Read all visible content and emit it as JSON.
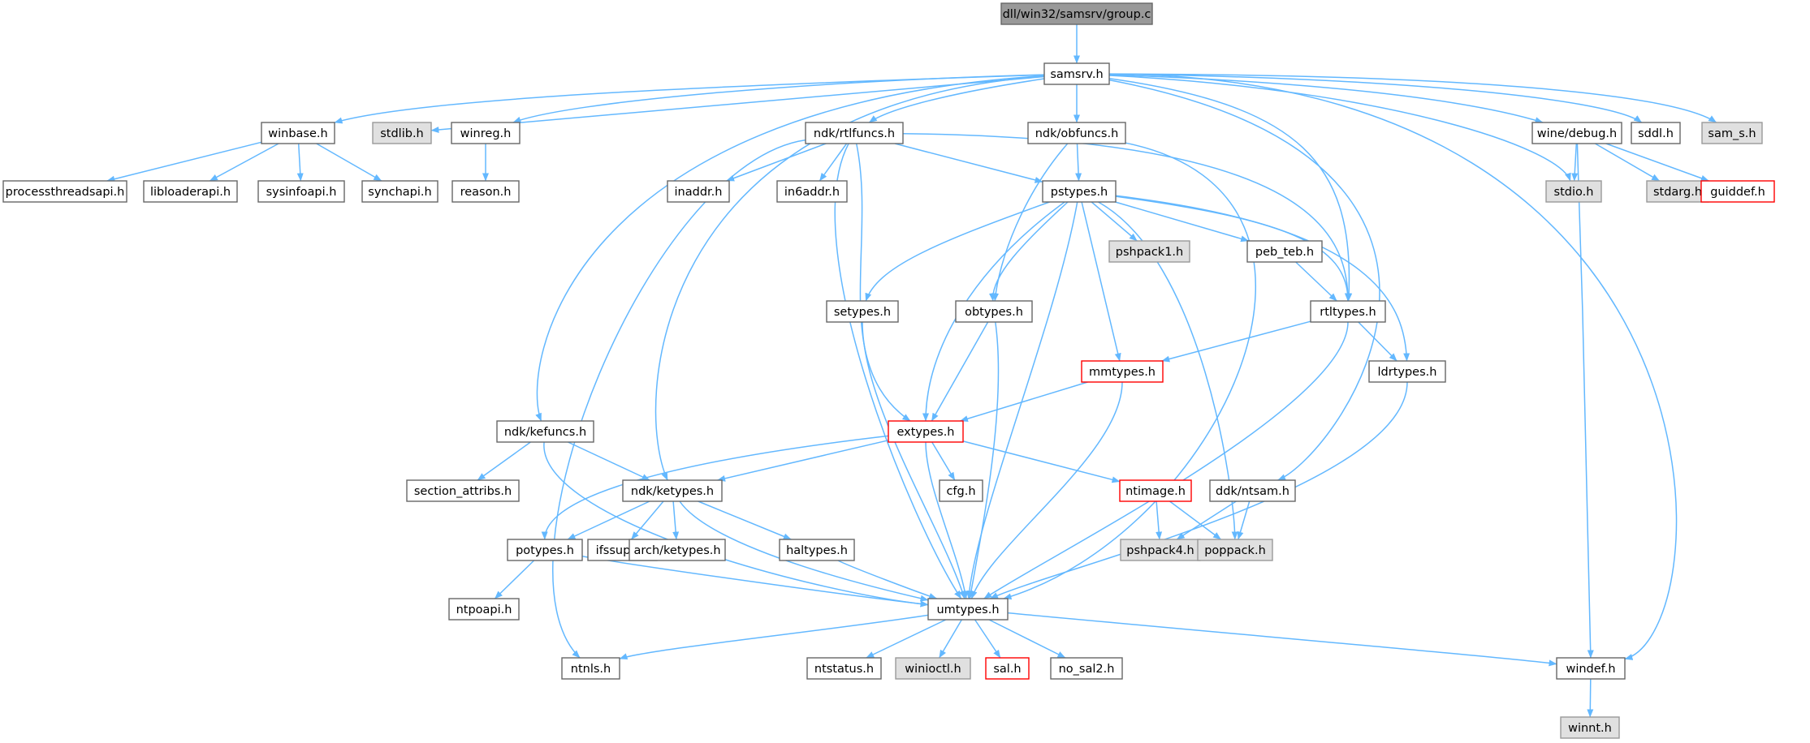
{
  "graph": {
    "colors": {
      "edge": "#63b8ff",
      "root_fill": "#999999",
      "root_border": "#666666",
      "default_fill": "#ffffff",
      "default_border": "#666666",
      "system_fill": "#e0e0e0",
      "system_border": "#999999",
      "incomplete_border": "#ff0000"
    },
    "nodes": [
      {
        "id": "group_c",
        "label": "dll/win32/samsrv/group.c",
        "style": "root"
      },
      {
        "id": "samsrv_h",
        "label": "samsrv.h",
        "style": "default"
      },
      {
        "id": "winbase_h",
        "label": "winbase.h",
        "style": "default"
      },
      {
        "id": "stdlib_h",
        "label": "stdlib.h",
        "style": "system"
      },
      {
        "id": "winreg_h",
        "label": "winreg.h",
        "style": "default"
      },
      {
        "id": "ndk_rtlfuncs_h",
        "label": "ndk/rtlfuncs.h",
        "style": "default"
      },
      {
        "id": "ndk_obfuncs_h",
        "label": "ndk/obfuncs.h",
        "style": "default"
      },
      {
        "id": "wine_debug_h",
        "label": "wine/debug.h",
        "style": "default"
      },
      {
        "id": "sddl_h",
        "label": "sddl.h",
        "style": "default"
      },
      {
        "id": "sam_s_h",
        "label": "sam_s.h",
        "style": "system"
      },
      {
        "id": "processthreadsapi_h",
        "label": "processthreadsapi.h",
        "style": "default"
      },
      {
        "id": "libloaderapi_h",
        "label": "libloaderapi.h",
        "style": "default"
      },
      {
        "id": "sysinfoapi_h",
        "label": "sysinfoapi.h",
        "style": "default"
      },
      {
        "id": "synchapi_h",
        "label": "synchapi.h",
        "style": "default"
      },
      {
        "id": "reason_h",
        "label": "reason.h",
        "style": "default"
      },
      {
        "id": "inaddr_h",
        "label": "inaddr.h",
        "style": "default"
      },
      {
        "id": "in6addr_h",
        "label": "in6addr.h",
        "style": "default"
      },
      {
        "id": "pstypes_h",
        "label": "pstypes.h",
        "style": "default"
      },
      {
        "id": "stdio_h",
        "label": "stdio.h",
        "style": "system"
      },
      {
        "id": "stdarg_h",
        "label": "stdarg.h",
        "style": "system"
      },
      {
        "id": "guiddef_h",
        "label": "guiddef.h",
        "style": "incomplete"
      },
      {
        "id": "pshpack1_h",
        "label": "pshpack1.h",
        "style": "system"
      },
      {
        "id": "peb_teb_h",
        "label": "peb_teb.h",
        "style": "default"
      },
      {
        "id": "setypes_h",
        "label": "setypes.h",
        "style": "default"
      },
      {
        "id": "obtypes_h",
        "label": "obtypes.h",
        "style": "default"
      },
      {
        "id": "rtltypes_h",
        "label": "rtltypes.h",
        "style": "default"
      },
      {
        "id": "mmtypes_h",
        "label": "mmtypes.h",
        "style": "incomplete"
      },
      {
        "id": "ldrtypes_h",
        "label": "ldrtypes.h",
        "style": "default"
      },
      {
        "id": "ndk_kefuncs_h",
        "label": "ndk/kefuncs.h",
        "style": "default"
      },
      {
        "id": "extypes_h",
        "label": "extypes.h",
        "style": "incomplete"
      },
      {
        "id": "section_attribs_h",
        "label": "section_attribs.h",
        "style": "default"
      },
      {
        "id": "ndk_ketypes_h",
        "label": "ndk/ketypes.h",
        "style": "default"
      },
      {
        "id": "cfg_h",
        "label": "cfg.h",
        "style": "default"
      },
      {
        "id": "ntimage_h",
        "label": "ntimage.h",
        "style": "incomplete"
      },
      {
        "id": "ddk_ntsam_h",
        "label": "ddk/ntsam.h",
        "style": "default"
      },
      {
        "id": "potypes_h",
        "label": "potypes.h",
        "style": "default"
      },
      {
        "id": "ifssupp_h",
        "label": "ifssupp.h",
        "style": "default"
      },
      {
        "id": "arch_ketypes_h",
        "label": "arch/ketypes.h",
        "style": "default"
      },
      {
        "id": "haltypes_h",
        "label": "haltypes.h",
        "style": "default"
      },
      {
        "id": "pshpack4_h",
        "label": "pshpack4.h",
        "style": "system"
      },
      {
        "id": "poppack_h",
        "label": "poppack.h",
        "style": "system"
      },
      {
        "id": "ntpoapi_h",
        "label": "ntpoapi.h",
        "style": "default"
      },
      {
        "id": "umtypes_h",
        "label": "umtypes.h",
        "style": "default"
      },
      {
        "id": "ntnls_h",
        "label": "ntnls.h",
        "style": "default"
      },
      {
        "id": "ntstatus_h",
        "label": "ntstatus.h",
        "style": "default"
      },
      {
        "id": "winioctl_h",
        "label": "winioctl.h",
        "style": "system"
      },
      {
        "id": "sal_h",
        "label": "sal.h",
        "style": "incomplete"
      },
      {
        "id": "no_sal2_h",
        "label": "no_sal2.h",
        "style": "default"
      },
      {
        "id": "windef_h",
        "label": "windef.h",
        "style": "default"
      },
      {
        "id": "winnt_h",
        "label": "winnt.h",
        "style": "system"
      }
    ],
    "edges": [
      [
        "group_c",
        "samsrv_h"
      ],
      [
        "samsrv_h",
        "winbase_h"
      ],
      [
        "samsrv_h",
        "stdlib_h"
      ],
      [
        "samsrv_h",
        "winreg_h"
      ],
      [
        "samsrv_h",
        "ndk_rtlfuncs_h"
      ],
      [
        "samsrv_h",
        "ndk_obfuncs_h"
      ],
      [
        "samsrv_h",
        "wine_debug_h"
      ],
      [
        "samsrv_h",
        "sddl_h"
      ],
      [
        "samsrv_h",
        "sam_s_h"
      ],
      [
        "samsrv_h",
        "stdio_h"
      ],
      [
        "samsrv_h",
        "windef_h"
      ],
      [
        "samsrv_h",
        "ndk_kefuncs_h"
      ],
      [
        "samsrv_h",
        "ndk_ketypes_h"
      ],
      [
        "samsrv_h",
        "ddk_ntsam_h"
      ],
      [
        "samsrv_h",
        "rtltypes_h"
      ],
      [
        "winbase_h",
        "processthreadsapi_h"
      ],
      [
        "winbase_h",
        "libloaderapi_h"
      ],
      [
        "winbase_h",
        "sysinfoapi_h"
      ],
      [
        "winbase_h",
        "synchapi_h"
      ],
      [
        "winreg_h",
        "reason_h"
      ],
      [
        "ndk_rtlfuncs_h",
        "inaddr_h"
      ],
      [
        "ndk_rtlfuncs_h",
        "in6addr_h"
      ],
      [
        "ndk_rtlfuncs_h",
        "pstypes_h"
      ],
      [
        "ndk_rtlfuncs_h",
        "ntnls_h"
      ],
      [
        "ndk_rtlfuncs_h",
        "extypes_h"
      ],
      [
        "ndk_rtlfuncs_h",
        "umtypes_h"
      ],
      [
        "ndk_rtlfuncs_h",
        "rtltypes_h"
      ],
      [
        "ndk_obfuncs_h",
        "pstypes_h"
      ],
      [
        "ndk_obfuncs_h",
        "obtypes_h"
      ],
      [
        "ndk_obfuncs_h",
        "umtypes_h"
      ],
      [
        "wine_debug_h",
        "stdio_h"
      ],
      [
        "wine_debug_h",
        "stdarg_h"
      ],
      [
        "wine_debug_h",
        "guiddef_h"
      ],
      [
        "wine_debug_h",
        "windef_h"
      ],
      [
        "pstypes_h",
        "pshpack1_h"
      ],
      [
        "pstypes_h",
        "peb_teb_h"
      ],
      [
        "pstypes_h",
        "setypes_h"
      ],
      [
        "pstypes_h",
        "obtypes_h"
      ],
      [
        "pstypes_h",
        "rtltypes_h"
      ],
      [
        "pstypes_h",
        "mmtypes_h"
      ],
      [
        "pstypes_h",
        "ldrtypes_h"
      ],
      [
        "pstypes_h",
        "extypes_h"
      ],
      [
        "pstypes_h",
        "poppack_h"
      ],
      [
        "pstypes_h",
        "umtypes_h"
      ],
      [
        "peb_teb_h",
        "rtltypes_h"
      ],
      [
        "setypes_h",
        "umtypes_h"
      ],
      [
        "obtypes_h",
        "extypes_h"
      ],
      [
        "obtypes_h",
        "umtypes_h"
      ],
      [
        "rtltypes_h",
        "mmtypes_h"
      ],
      [
        "rtltypes_h",
        "ldrtypes_h"
      ],
      [
        "rtltypes_h",
        "umtypes_h"
      ],
      [
        "ldrtypes_h",
        "umtypes_h"
      ],
      [
        "mmtypes_h",
        "extypes_h"
      ],
      [
        "mmtypes_h",
        "umtypes_h"
      ],
      [
        "ndk_kefuncs_h",
        "section_attribs_h"
      ],
      [
        "ndk_kefuncs_h",
        "ndk_ketypes_h"
      ],
      [
        "ndk_kefuncs_h",
        "umtypes_h"
      ],
      [
        "extypes_h",
        "ndk_ketypes_h"
      ],
      [
        "extypes_h",
        "cfg_h"
      ],
      [
        "extypes_h",
        "ntimage_h"
      ],
      [
        "extypes_h",
        "potypes_h"
      ],
      [
        "extypes_h",
        "umtypes_h"
      ],
      [
        "ndk_ketypes_h",
        "potypes_h"
      ],
      [
        "ndk_ketypes_h",
        "ifssupp_h"
      ],
      [
        "ndk_ketypes_h",
        "arch_ketypes_h"
      ],
      [
        "ndk_ketypes_h",
        "haltypes_h"
      ],
      [
        "ndk_ketypes_h",
        "umtypes_h"
      ],
      [
        "ntimage_h",
        "pshpack4_h"
      ],
      [
        "ntimage_h",
        "poppack_h"
      ],
      [
        "ddk_ntsam_h",
        "pshpack4_h"
      ],
      [
        "ddk_ntsam_h",
        "poppack_h"
      ],
      [
        "potypes_h",
        "ntpoapi_h"
      ],
      [
        "potypes_h",
        "umtypes_h"
      ],
      [
        "haltypes_h",
        "umtypes_h"
      ],
      [
        "umtypes_h",
        "ntnls_h"
      ],
      [
        "umtypes_h",
        "ntstatus_h"
      ],
      [
        "umtypes_h",
        "winioctl_h"
      ],
      [
        "umtypes_h",
        "sal_h"
      ],
      [
        "umtypes_h",
        "no_sal2_h"
      ],
      [
        "umtypes_h",
        "windef_h"
      ],
      [
        "windef_h",
        "winnt_h"
      ]
    ]
  }
}
